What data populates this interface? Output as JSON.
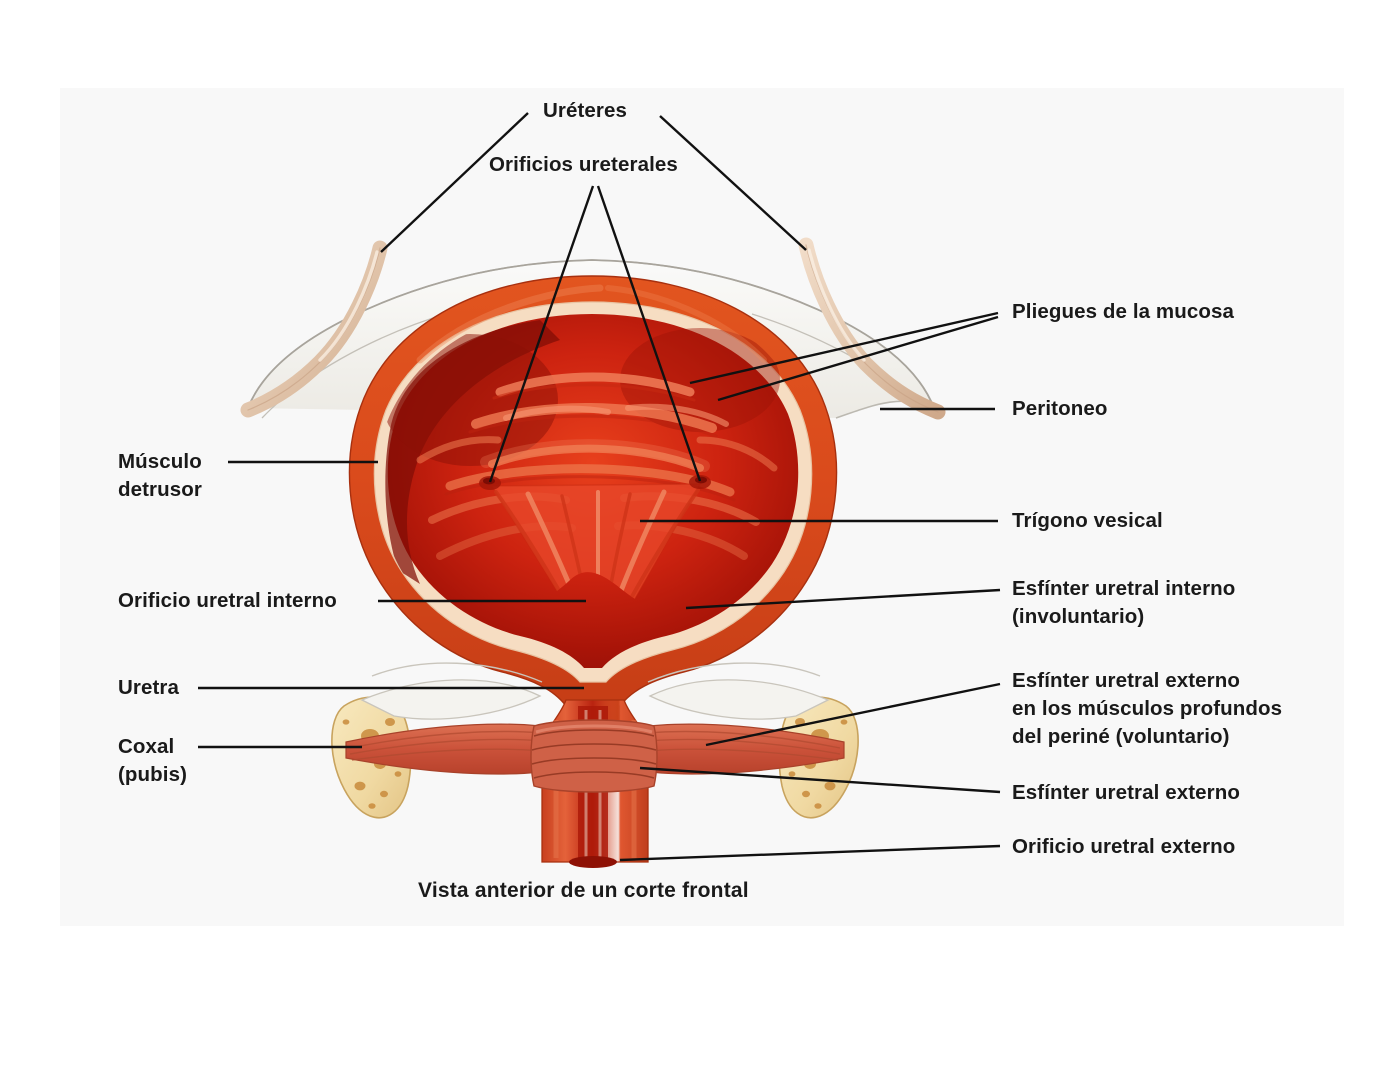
{
  "figure": {
    "caption": "Vista anterior de un corte frontal",
    "background_color": "#f8f8f8",
    "page_color": "#ffffff",
    "text_color": "#1a1a1a",
    "leader_color": "#111111"
  },
  "labels": {
    "ureteres": "Uréteres",
    "orificios_ureterales": "Orificios ureterales",
    "pliegues_mucosa": "Pliegues de la mucosa",
    "peritoneo": "Peritoneo",
    "trigono_vesical": "Trígono vesical",
    "esfinter_interno_l1": "Esfínter uretral interno",
    "esfinter_interno_l2": "(involuntario)",
    "esfinter_externo_l1": "Esfínter uretral externo",
    "esfinter_externo_l2": "en los músculos profundos",
    "esfinter_externo_l3": "del periné (voluntario)",
    "esfinter_uretral_externo": "Esfínter uretral externo",
    "orificio_uretral_externo": "Orificio uretral externo",
    "musculo_detrusor_l1": "Músculo",
    "musculo_detrusor_l2": "detrusor",
    "orificio_uretral_interno": "Orificio uretral interno",
    "uretra": "Uretra",
    "coxal_l1": "Coxal",
    "coxal_l2": "(pubis)"
  },
  "anatomy_colors": {
    "bladder_wall_outer": "#d8481f",
    "bladder_wall_mid": "#e4632c",
    "bladder_wall_inner_line": "#f6dfc8",
    "bladder_lumen_dark": "#9e1309",
    "bladder_lumen_mid": "#d42a10",
    "mucosa_fold_light": "#f0714a",
    "trigone": "#e8472a",
    "ureter_tube": "#e8cdb8",
    "peritoneum": "#f2f2ee",
    "pubis_bone": "#f2dca8",
    "pubis_marrow_spot": "#c98b3c",
    "perineal_muscle": "#d0593c",
    "urethra_wall": "#d9452a"
  }
}
